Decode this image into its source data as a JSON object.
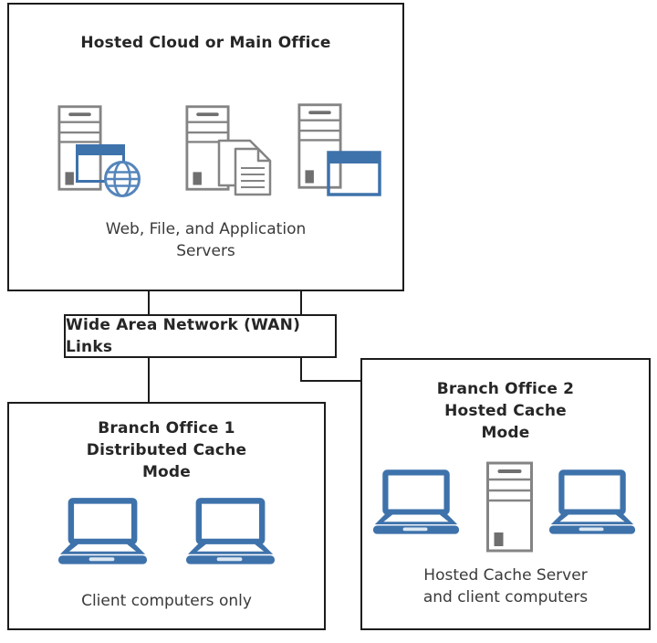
{
  "colors": {
    "line": "#1c1c1c",
    "title": "#262626",
    "text": "#3a3a3a",
    "blue": "#3e72ab",
    "globe": "#5585bb",
    "gray": "#848484",
    "dark": "#6f6f6f"
  },
  "main_office": {
    "title": "Hosted Cloud or Main Office",
    "caption_lines": [
      "Web, File, and Application",
      "Servers"
    ],
    "icons": [
      "web-server-icon",
      "file-server-icon",
      "application-server-icon"
    ]
  },
  "wan": {
    "label": "Wide Area Network (WAN) Links"
  },
  "branch_office_1": {
    "title_lines": [
      "Branch Office 1",
      "Distributed Cache",
      "Mode"
    ],
    "caption": "Client computers only",
    "icons": [
      "laptop-icon",
      "laptop-icon"
    ]
  },
  "branch_office_2": {
    "title_lines": [
      "Branch Office 2",
      "Hosted Cache",
      "Mode"
    ],
    "caption_lines": [
      "Hosted Cache Server",
      "and client computers"
    ],
    "icons": [
      "laptop-icon",
      "server-tower-icon",
      "laptop-icon"
    ]
  }
}
